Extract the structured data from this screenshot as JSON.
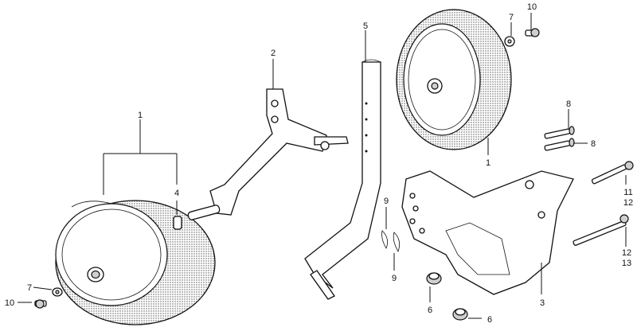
{
  "callouts": {
    "c1_left": "1",
    "c1_right": "1",
    "c2": "2",
    "c3": "3",
    "c4": "4",
    "c5": "5",
    "c6_top": "6",
    "c6_bottom": "6",
    "c7_left": "7",
    "c7_right": "7",
    "c8_top": "8",
    "c8_bottom": "8",
    "c9_top": "9",
    "c9_bottom": "9",
    "c10_left": "10",
    "c10_right": "10",
    "c11": "11",
    "c12_top": "12",
    "c12_bottom": "12",
    "c13": "13"
  },
  "colors": {
    "line": "#111111",
    "tire_shade": "#bdbdbd",
    "background": "#ffffff"
  }
}
